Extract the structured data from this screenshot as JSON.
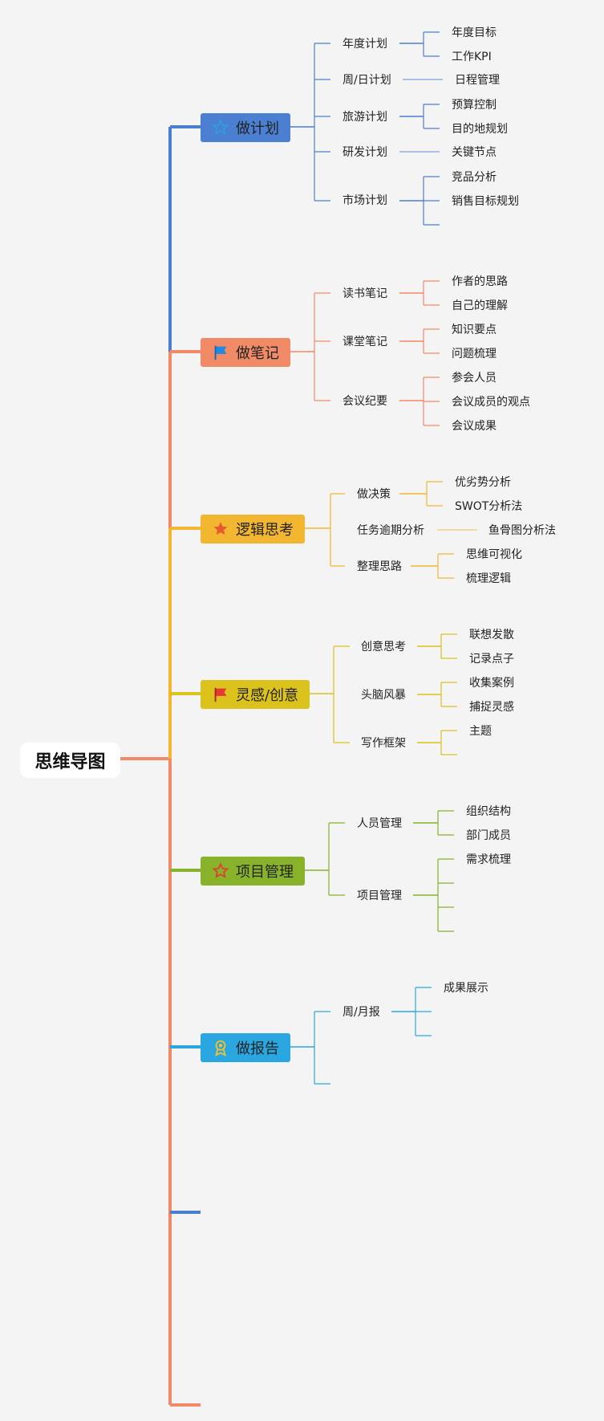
{
  "root": "思维导图",
  "colors": {
    "plan": "#4a7fd1",
    "note": "#f08a67",
    "logic": "#f2b630",
    "idea": "#dcc21c",
    "proj": "#87b22a",
    "report": "#2aa7e0"
  },
  "branches": [
    {
      "key": "plan",
      "label": "做计划",
      "icon": "star-outline-icon",
      "children": [
        {
          "label": "年度计划",
          "leaves": [
            "年度目标",
            "工作KPI"
          ]
        },
        {
          "label": "周/日计划",
          "leaves": [
            "日程管理"
          ]
        },
        {
          "label": "旅游计划",
          "leaves": [
            "预算控制",
            "目的地规划"
          ]
        },
        {
          "label": "研发计划",
          "leaves": [
            "关键节点"
          ]
        },
        {
          "label": "市场计划",
          "leaves": [
            "竞品分析",
            "销售目标规划"
          ]
        }
      ]
    },
    {
      "key": "note",
      "label": "做笔记",
      "icon": "flag-icon",
      "children": [
        {
          "label": "读书笔记",
          "leaves": [
            "作者的思路",
            "自己的理解"
          ]
        },
        {
          "label": "课堂笔记",
          "leaves": [
            "知识要点",
            "问题梳理"
          ]
        },
        {
          "label": "会议纪要",
          "leaves": [
            "参会人员",
            "会议成员的观点",
            "会议成果"
          ]
        }
      ]
    },
    {
      "key": "logic",
      "label": "逻辑思考",
      "icon": "star-icon",
      "children": [
        {
          "label": "做决策",
          "leaves": [
            "优劣势分析",
            "SWOT分析法"
          ]
        },
        {
          "label": "任务逾期分析",
          "leaves": [
            "鱼骨图分析法"
          ]
        },
        {
          "label": "整理思路",
          "leaves": [
            "思维可视化",
            "梳理逻辑"
          ]
        }
      ]
    },
    {
      "key": "idea",
      "label": "灵感/创意",
      "icon": "red-flag-icon",
      "children": [
        {
          "label": "创意思考",
          "leaves": [
            "联想发散",
            "记录点子"
          ]
        },
        {
          "label": "头脑风暴",
          "leaves": [
            "收集案例",
            "捕捉灵感"
          ]
        },
        {
          "label": "写作框架",
          "leaves": [
            "主题"
          ]
        }
      ]
    },
    {
      "key": "proj",
      "label": "项目管理",
      "icon": "star-outline-red-icon",
      "children": [
        {
          "label": "人员管理",
          "leaves": [
            "组织结构",
            "部门成员"
          ]
        },
        {
          "label": "项目管理",
          "leaves": [
            "需求梳理"
          ]
        }
      ]
    },
    {
      "key": "report",
      "label": "做报告",
      "icon": "award-icon",
      "children": [
        {
          "label": "周/月报",
          "leaves": [
            "成果展示"
          ]
        }
      ]
    }
  ]
}
